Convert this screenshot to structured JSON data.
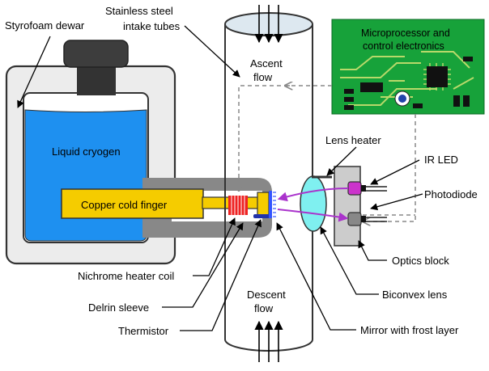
{
  "labels": {
    "styrofoam_dewar": "Styrofoam dewar",
    "intake_tubes_line1": "Stainless steel",
    "intake_tubes_line2": "intake tubes",
    "ascent_line1": "Ascent",
    "ascent_line2": "flow",
    "descent_line1": "Descent",
    "descent_line2": "flow",
    "liquid_cryogen": "Liquid cryogen",
    "copper_cold_finger": "Copper cold finger",
    "microprocessor_line1": "Microprocessor and",
    "microprocessor_line2": "control electronics",
    "lens_heater": "Lens heater",
    "ir_led": "IR LED",
    "photodiode": "Photodiode",
    "optics_block": "Optics block",
    "biconvex_lens": "Biconvex lens",
    "mirror_frost": "Mirror with frost layer",
    "nichrome_heater": "Nichrome heater coil",
    "delrin_sleeve": "Delrin sleeve",
    "thermistor": "Thermistor"
  },
  "colors": {
    "cryogen": "#1e90f0",
    "copper": "#f5cc00",
    "pcb": "#17a23a",
    "pcb_trace": "#b8d96a",
    "lens": "#7ff0f0",
    "led": "#cc33cc",
    "beam": "#aa33cc",
    "heater_coil": "#ee2222",
    "mirror": "#3355ff",
    "gray": "#999999"
  }
}
